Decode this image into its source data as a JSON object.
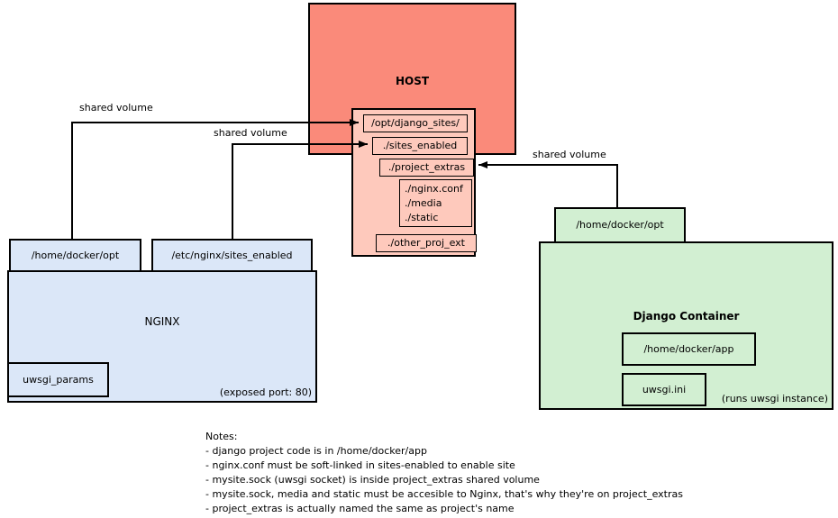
{
  "host": {
    "title": "HOST",
    "dirs": {
      "django_sites": "/opt/django_sites/",
      "sites_enabled": "./sites_enabled",
      "project_extras": "./project_extras",
      "extras_contents": [
        "./nginx.conf",
        "./media",
        "./static"
      ],
      "other_proj_ext": "./other_proj_ext"
    }
  },
  "nginx": {
    "tab_opt": "/home/docker/opt",
    "tab_sites": "/etc/nginx/sites_enabled",
    "title": "NGINX",
    "uwsgi_params": "uwsgi_params",
    "port_note": "(exposed port: 80)"
  },
  "django": {
    "tab_opt": "/home/docker/opt",
    "title": "Django Container",
    "app_dir": "/home/docker/app",
    "uwsgi_ini": "uwsgi.ini",
    "runs_note": "(runs uwsgi instance)"
  },
  "arrows": {
    "label1": "shared volume",
    "label2": "shared volume",
    "label3": "shared volume"
  },
  "notes": {
    "title": "Notes:",
    "lines": [
      "- django project code is in /home/docker/app",
      "- nginx.conf must be soft-linked in sites-enabled to enable site",
      "- mysite.sock (uwsgi socket) is inside project_extras shared volume",
      "- mysite.sock, media and static must be accesible to Nginx, that's why they're on project_extras",
      "- project_extras is actually named the same as project's name"
    ]
  },
  "colors": {
    "host_red": "#fa8a7a",
    "host_pink": "#fec9bc",
    "nginx_blue": "#dbe7f8",
    "django_green": "#d2efd2"
  }
}
